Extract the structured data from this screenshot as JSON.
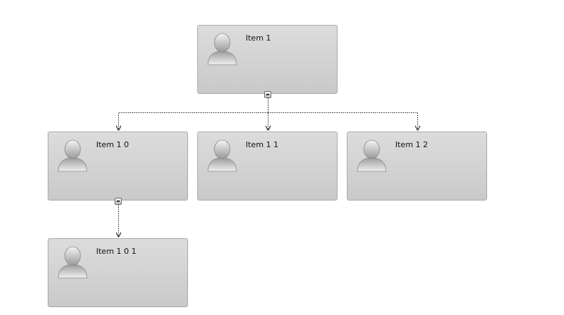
{
  "nodes": [
    {
      "id": "n1",
      "label": "Item 1",
      "collapse_toggle": true
    },
    {
      "id": "n10",
      "label": "Item 1 0",
      "collapse_toggle": true
    },
    {
      "id": "n11",
      "label": "Item 1 1",
      "collapse_toggle": false
    },
    {
      "id": "n12",
      "label": "Item 1 2",
      "collapse_toggle": false
    },
    {
      "id": "n101",
      "label": "Item 1 0 1",
      "collapse_toggle": false
    }
  ],
  "links": [
    {
      "from": "n1",
      "to": "n10"
    },
    {
      "from": "n1",
      "to": "n11"
    },
    {
      "from": "n1",
      "to": "n12"
    },
    {
      "from": "n10",
      "to": "n101"
    }
  ],
  "colors": {
    "node_top": "#dcdcdc",
    "node_bottom": "#c9c9c9",
    "node_border": "#a9a9a9",
    "connector": "#222222"
  },
  "icons": {
    "node_avatar": "user-silhouette-icon",
    "toggle": "collapse-minus-icon"
  }
}
